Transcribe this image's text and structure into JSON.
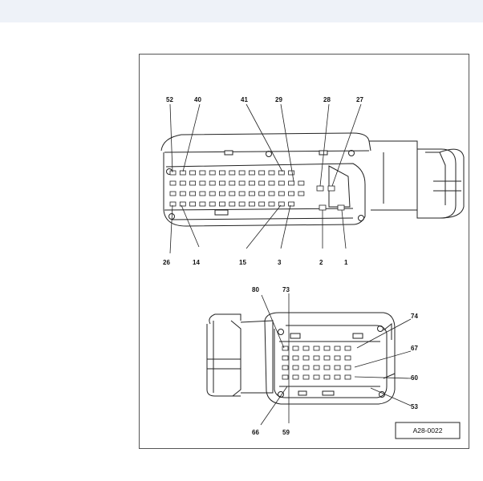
{
  "top_connector_labels": {
    "t52": "52",
    "t40": "40",
    "t41": "41",
    "t29": "29",
    "t28": "28",
    "t27": "27",
    "b26": "26",
    "b14": "14",
    "b15": "15",
    "b3": "3",
    "b2": "2",
    "b1": "1"
  },
  "bottom_connector_labels": {
    "l80": "80",
    "l73": "73",
    "l74": "74",
    "l67": "67",
    "l60": "60",
    "l53": "53",
    "l66": "66",
    "l59": "59"
  },
  "figure_ref": "A28-0022"
}
